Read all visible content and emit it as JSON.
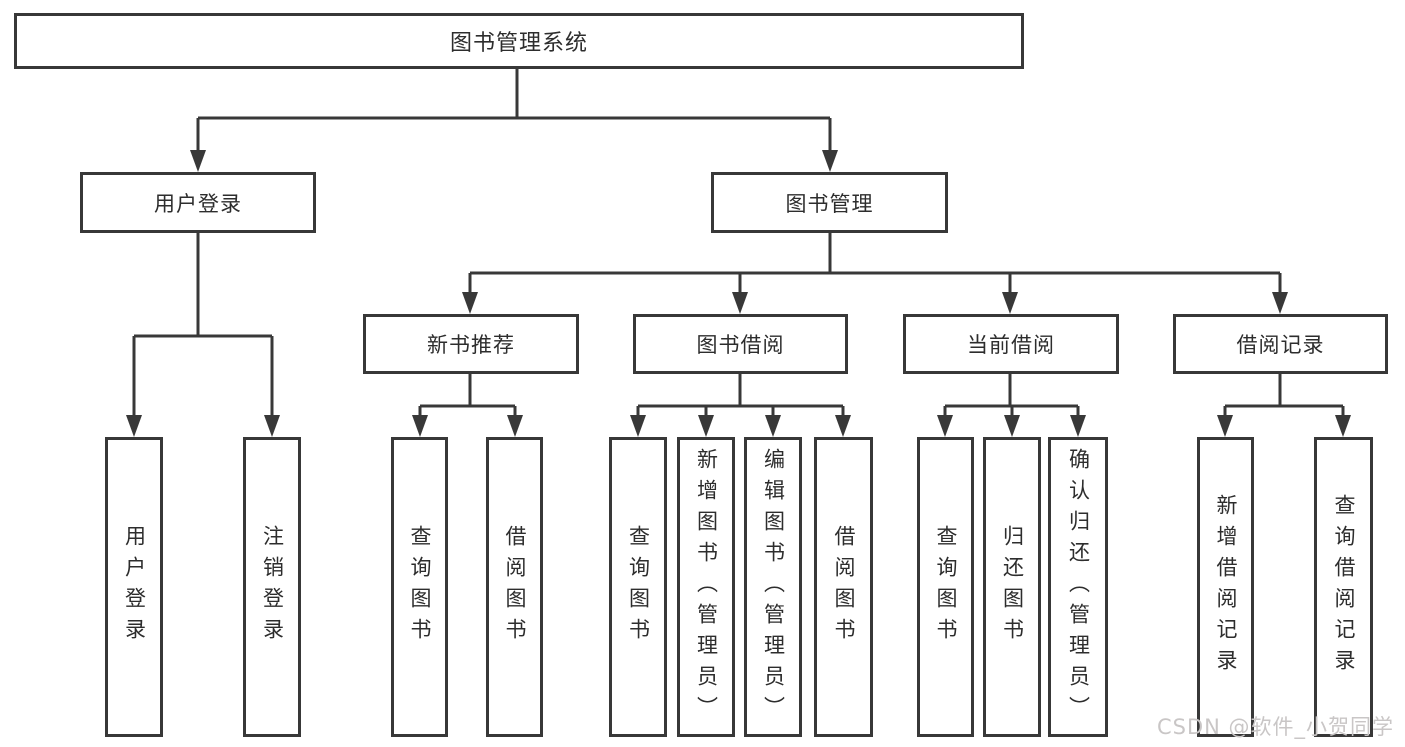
{
  "diagram": {
    "title": "图书管理系统",
    "tree": {
      "label": "图书管理系统",
      "children": [
        {
          "label": "用户登录",
          "children": [
            {
              "label": "用户登录"
            },
            {
              "label": "注销登录"
            }
          ]
        },
        {
          "label": "图书管理",
          "children": [
            {
              "label": "新书推荐",
              "children": [
                {
                  "label": "查询图书"
                },
                {
                  "label": "借阅图书"
                }
              ]
            },
            {
              "label": "图书借阅",
              "children": [
                {
                  "label": "查询图书"
                },
                {
                  "label": "新增图书（管理员）"
                },
                {
                  "label": "编辑图书（管理员）"
                },
                {
                  "label": "借阅图书"
                }
              ]
            },
            {
              "label": "当前借阅",
              "children": [
                {
                  "label": "查询图书"
                },
                {
                  "label": "归还图书"
                },
                {
                  "label": "确认归还（管理员）"
                }
              ]
            },
            {
              "label": "借阅记录",
              "children": [
                {
                  "label": "新增借阅记录"
                },
                {
                  "label": "查询借阅记录"
                }
              ]
            }
          ]
        }
      ]
    },
    "watermark": "CSDN @软件_小贺同学",
    "colors": {
      "line": "#383838",
      "box_border": "#383838",
      "box_background": "#ffffff",
      "text": "#2d2d2d",
      "watermark": "#c9c6c6",
      "page_background": "#ffffff"
    }
  }
}
